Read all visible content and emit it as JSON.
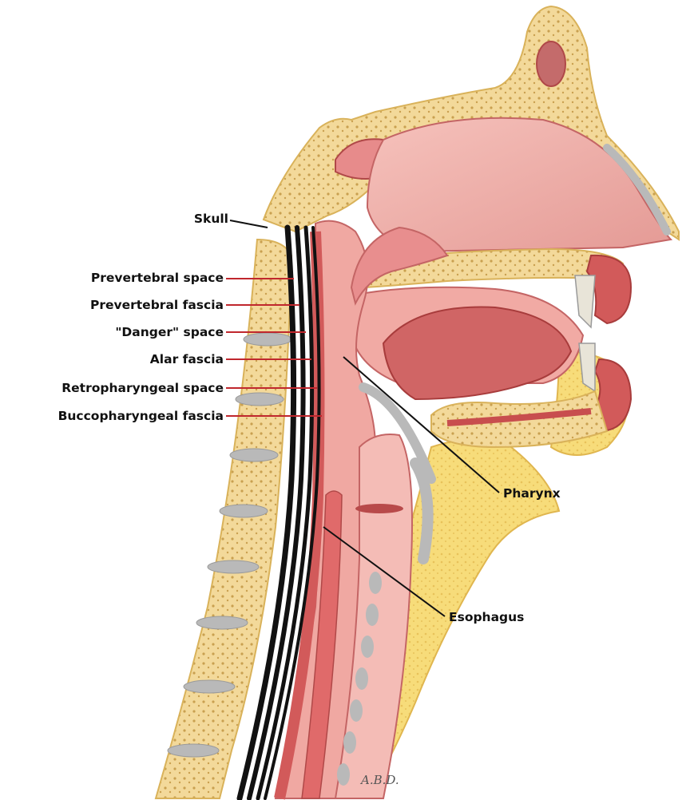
{
  "labels": {
    "skull": "Skull",
    "prevertebral_space": "Prevertebral space",
    "prevertebral_fascia": "Prevertebral fascia",
    "danger_space": "\"Danger\" space",
    "alar_fascia": "Alar fascia",
    "retropharyngeal_space": "Retropharyngeal space",
    "buccopharyngeal_fascia": "Buccopharyngeal fascia",
    "pharynx": "Pharynx",
    "esophagus": "Esophagus"
  },
  "signature": "A.B.D.",
  "colors": {
    "bone": "#f3d99a",
    "bone_outline": "#d9b25a",
    "bone_dots": "#c9a050",
    "soft_tissue": "#e88e8e",
    "mucosa_light": "#f4b3ad",
    "muscle": "#cf5a5a",
    "fat": "#f7dc7a",
    "cartilage": "#b9b9b9",
    "fascia_black": "#111111",
    "leader_red": "#c0272d",
    "leader_black": "#111111"
  }
}
